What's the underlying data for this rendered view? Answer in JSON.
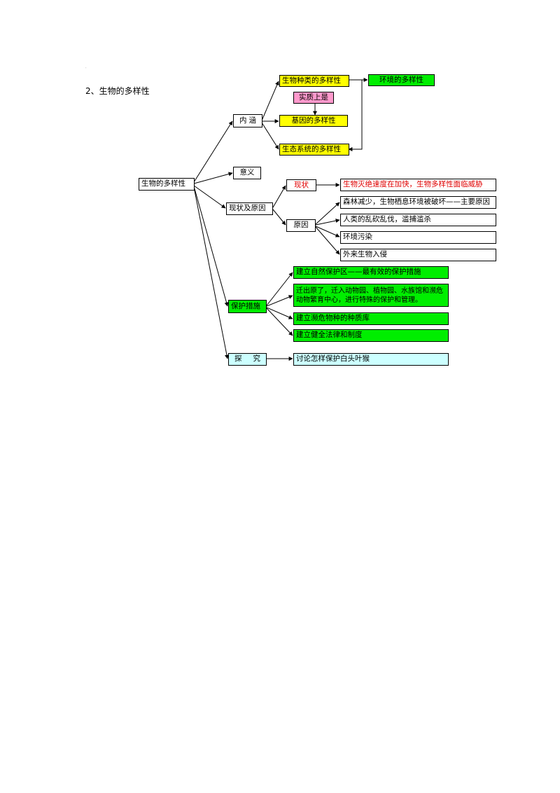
{
  "page": {
    "corner_mark": "˙",
    "heading": "2、生物的多样性"
  },
  "diagram": {
    "root": "生物的多样性",
    "connotation": {
      "label_left": "内",
      "label_right": "涵",
      "species": "生物种类的多样性",
      "essence": "实质上是",
      "gene": "基因的多样性",
      "ecosystem": "生态系统的多样性",
      "environment": "环境的多样性"
    },
    "significance": "意义",
    "status_and_causes": {
      "label": "现状及原因",
      "status": "现状",
      "status_detail": "生物灭绝速度在加快，生物多样性面临威胁",
      "causes": "原因",
      "cause_items": [
        "森林减少，生物栖息环境被破坏——主要原因",
        "人类的乱砍乱伐，滥捕滥杀",
        "环境污染",
        "外来生物入侵"
      ]
    },
    "protection": {
      "label": "保护措施",
      "items": [
        "建立自然保护区——最有效的保护措施",
        "迁出原了，迁入动物园、植物园、水族馆和濒危动物繁育中心，进行特殊的保护和管理。",
        "建立濒危物种的种质库",
        "建立健全法律和制度"
      ]
    },
    "inquiry": {
      "label_left": "探",
      "label_right": "究",
      "detail": "讨论怎样保护白头叶猴"
    }
  }
}
